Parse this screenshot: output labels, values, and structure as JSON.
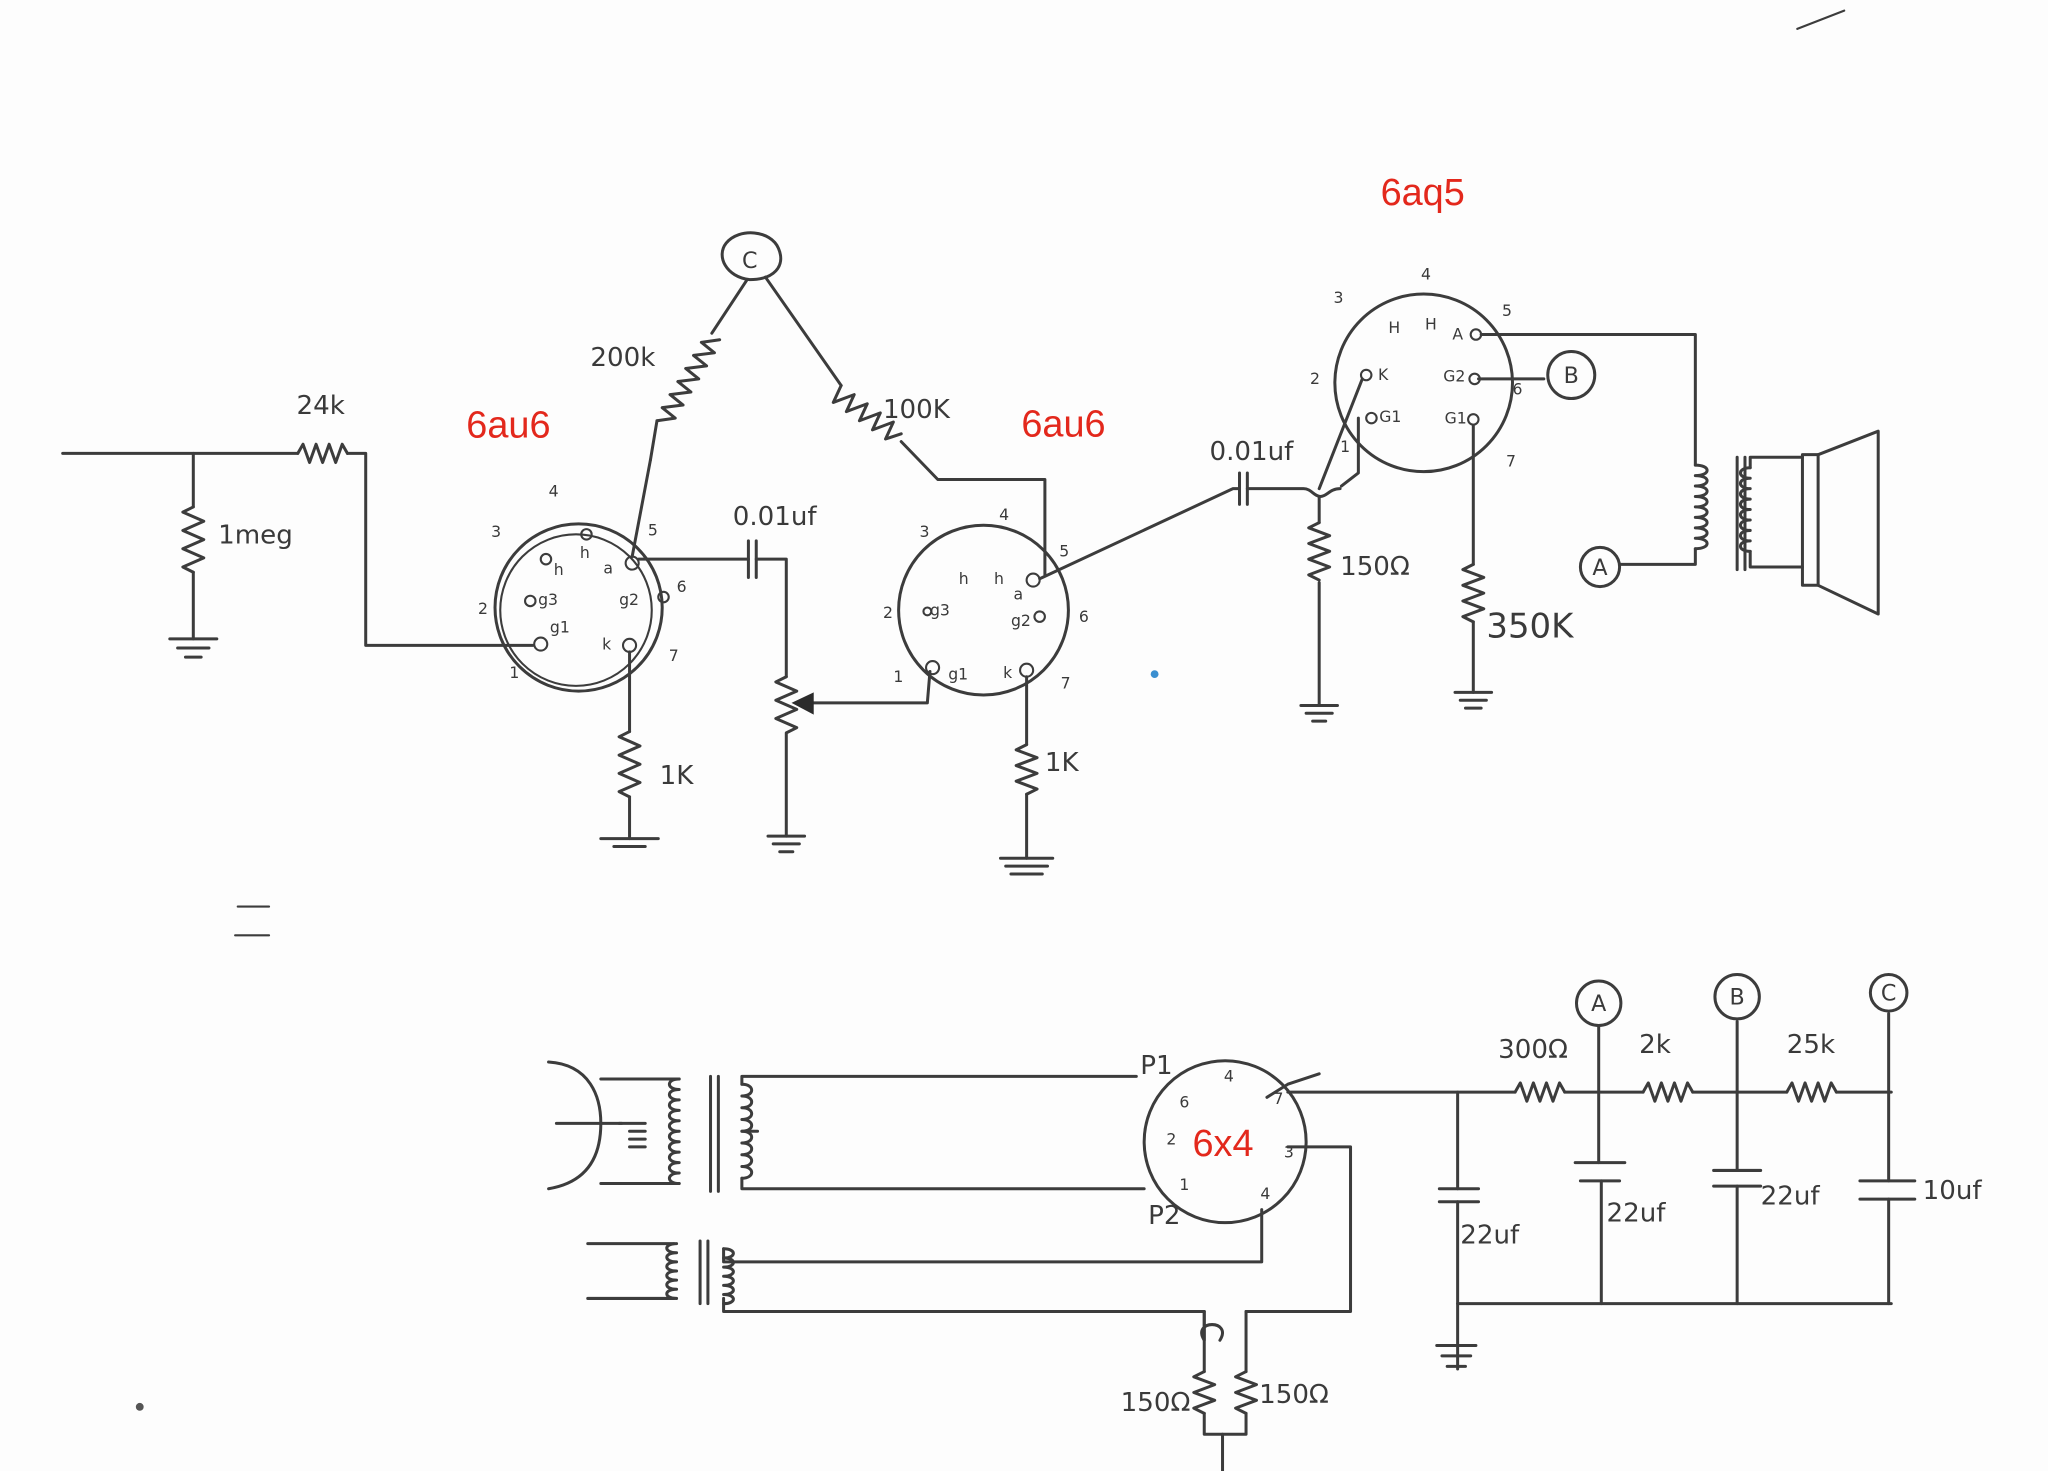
{
  "tubes": {
    "v1": "6au6",
    "v2": "6au6",
    "v3": "6aq5",
    "v4": "6x4"
  },
  "components": {
    "r_input": "1meg",
    "r_series": "24k",
    "r_plate_v1": "200k",
    "r_plate_v2": "100K",
    "c_coupling_v1": "0.01uf",
    "c_coupling_v2": "0.01uf",
    "r_cathode_v1": "1K",
    "r_cathode_v2": "1K",
    "r_cathode_v3": "150Ω",
    "r_grid_v3": "350K",
    "r_filter_1": "300Ω",
    "r_filter_2": "2k",
    "r_filter_3": "25k",
    "c_filter_0": "22uf",
    "c_filter_1": "22uf",
    "c_filter_2": "22uf",
    "c_filter_3": "10uf",
    "r_heater_a": "150Ω",
    "r_heater_b": "150Ω"
  },
  "nodes": {
    "a": "A",
    "b": "B",
    "c": "C"
  },
  "pins": {
    "v1": {
      "p1": "1",
      "p2": "2",
      "p3": "3",
      "p4": "4",
      "p5": "5",
      "p6": "6",
      "p7": "7",
      "h1": "h",
      "h2": "h",
      "g3": "g3",
      "g1": "g1",
      "a": "a",
      "g2": "g2",
      "k": "k"
    },
    "v2": {
      "p1": "1",
      "p2": "2",
      "p3": "3",
      "p4": "4",
      "p5": "5",
      "p6": "6",
      "p7": "7",
      "h1": "h",
      "h2": "h",
      "g3": "g3",
      "g1": "g1",
      "a": "a",
      "g2": "g2",
      "k": "k"
    },
    "v3": {
      "p1": "1",
      "p2": "2",
      "p3": "3",
      "p4": "4",
      "p5": "5",
      "p6": "6",
      "p7": "7",
      "h1": "H",
      "h2": "H",
      "a": "A",
      "k": "K",
      "g2": "G2",
      "g1": "G1",
      "g1b": "G1"
    },
    "v4": {
      "p1": "1",
      "p2": "2",
      "p4": "4",
      "p6": "6",
      "p7": "7",
      "p3": "3",
      "p4b": "4",
      "pl1": "P1",
      "pl2": "P2"
    }
  }
}
